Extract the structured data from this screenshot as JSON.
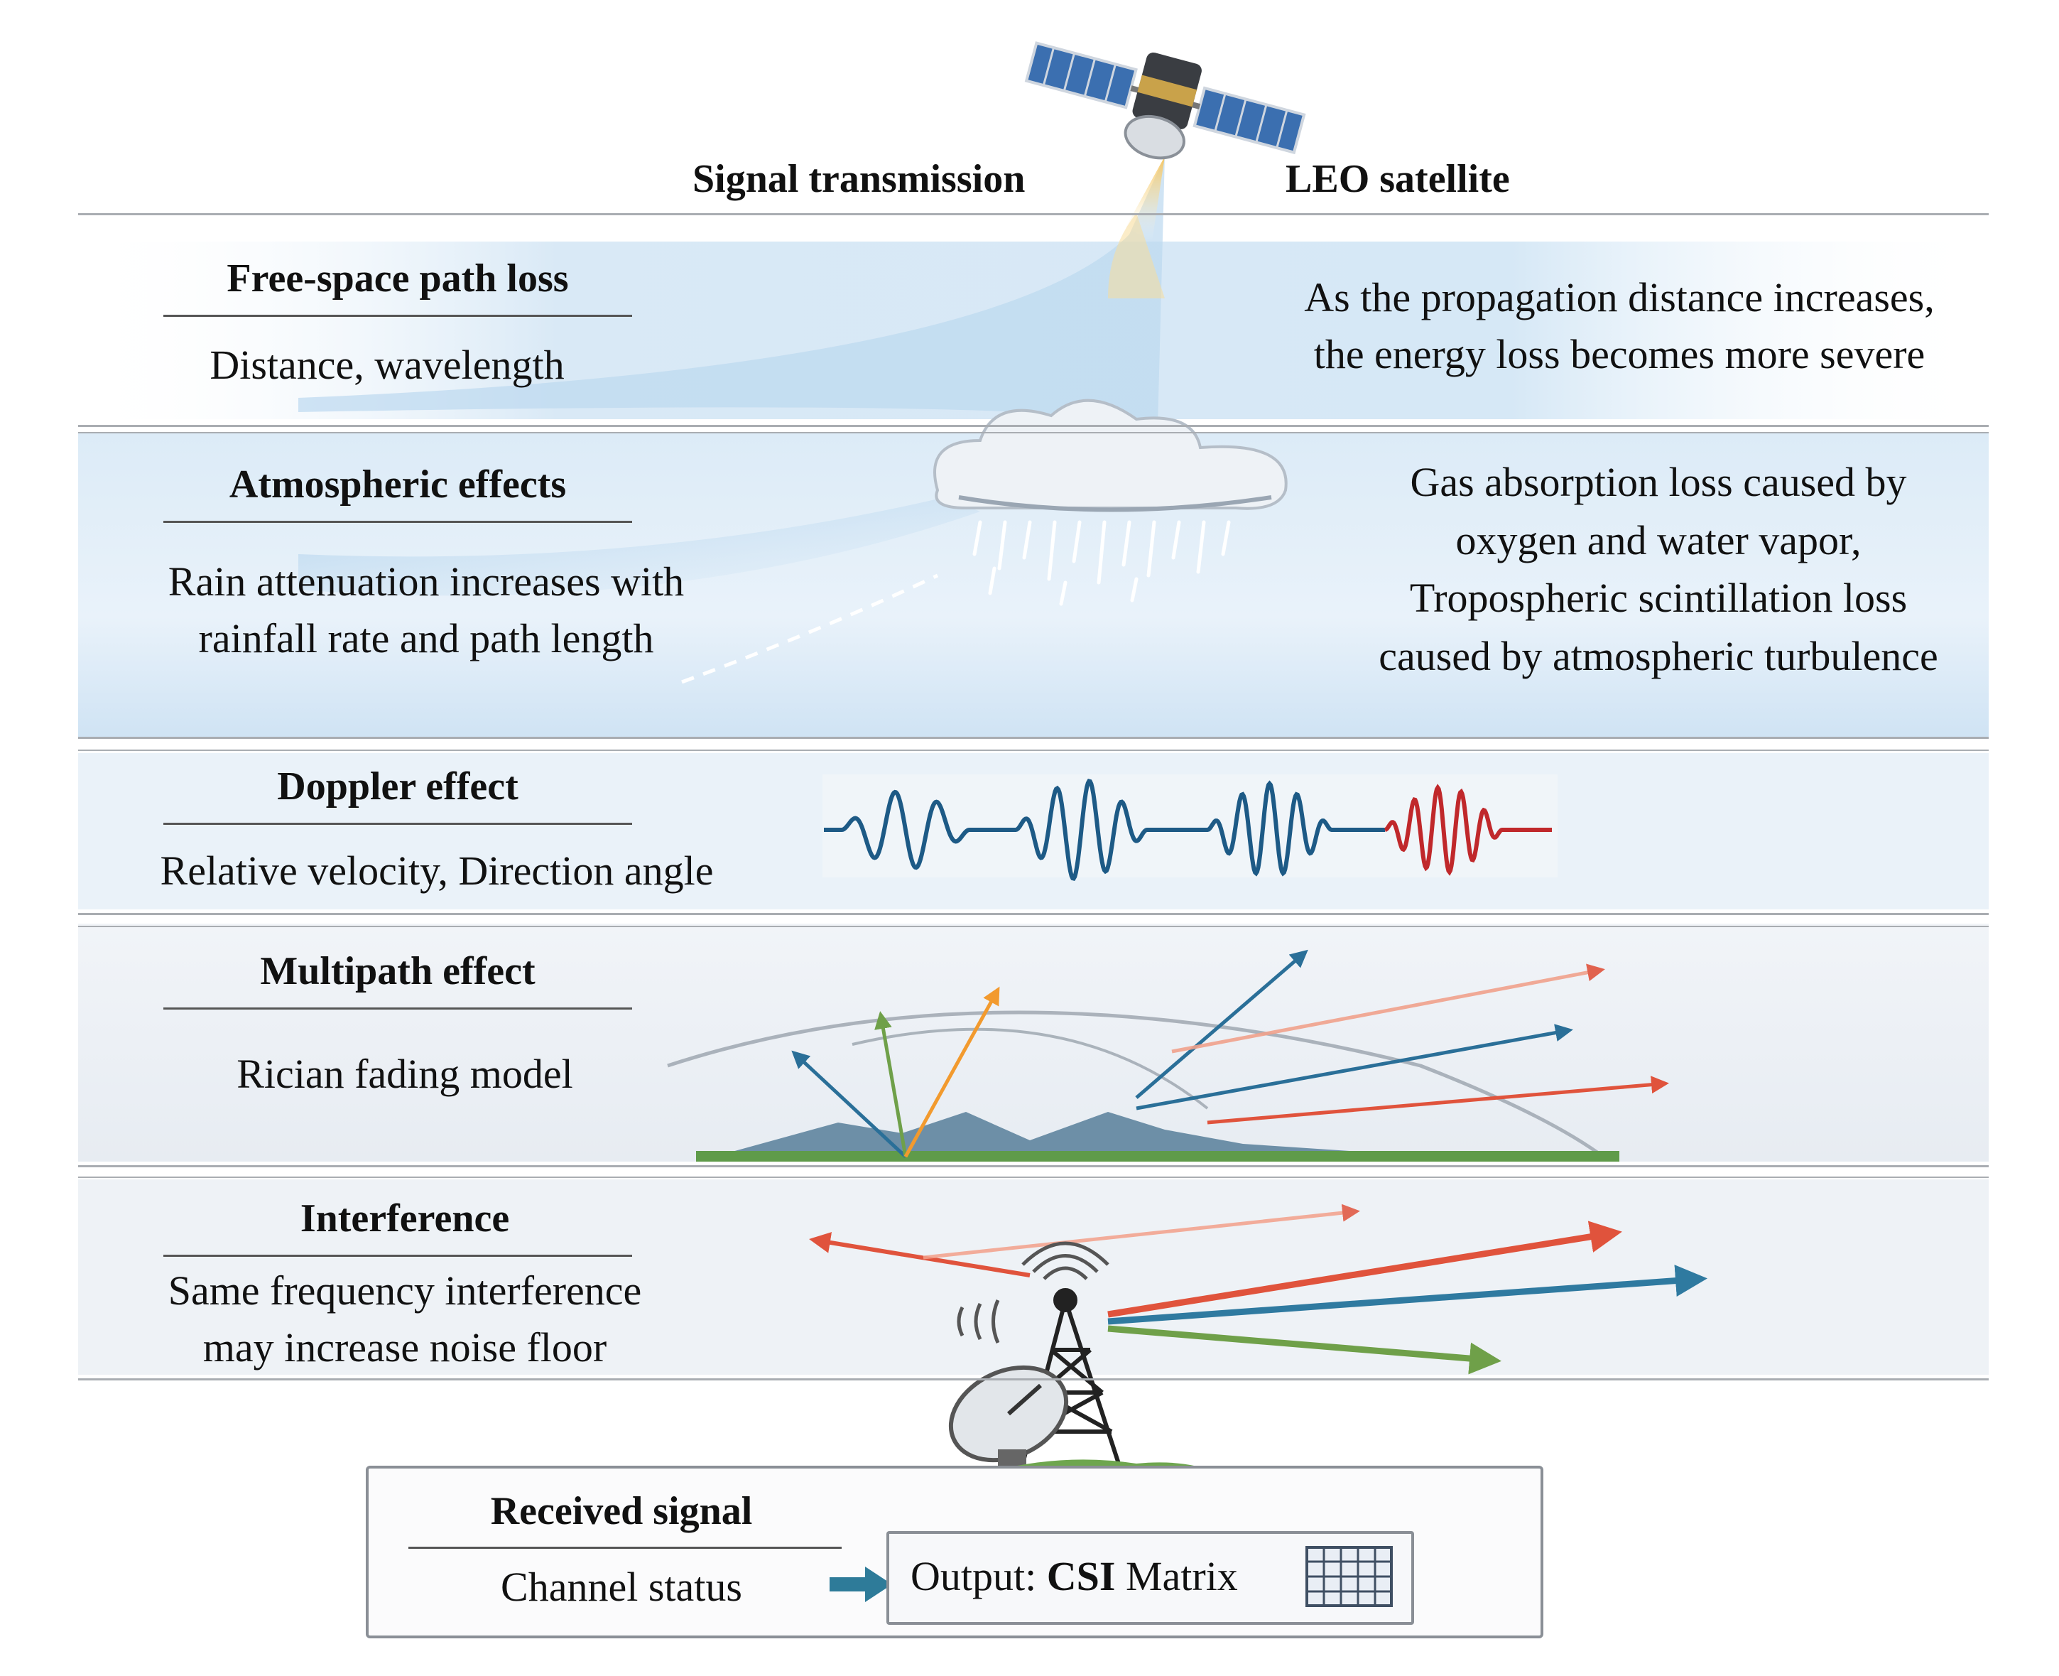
{
  "header": {
    "signal_label": "Signal transmission",
    "satellite_label": "LEO satellite"
  },
  "layers": [
    {
      "heading": "Free-space path loss",
      "factors": "Distance, wavelength",
      "description": [
        "As the propagation distance increases,",
        "the energy loss becomes more severe"
      ]
    },
    {
      "heading": "Atmospheric effects",
      "factors": [
        "Rain attenuation increases with",
        "rainfall rate and path length"
      ],
      "description": [
        "Gas absorption loss caused by",
        "oxygen and water vapor,",
        "Tropospheric scintillation loss",
        "caused by atmospheric turbulence"
      ]
    },
    {
      "heading": "Doppler effect",
      "factors": "Relative velocity, Direction angle"
    },
    {
      "heading": "Multipath effect",
      "factors": "Rician fading model"
    },
    {
      "heading": "Interference",
      "factors": [
        "Same frequency interference",
        "may increase noise floor"
      ]
    }
  ],
  "receiver": {
    "heading": "Received signal",
    "factors": "Channel status",
    "output_prefix": "Output: ",
    "output_bold": "CSI",
    "output_suffix": " Matrix"
  },
  "colors": {
    "sky_blue": "#cfe4f5",
    "wave_blue": "#1d5a86",
    "wave_red": "#c0282b",
    "arrow_red": "#e0533c",
    "arrow_blue": "#2a6f98",
    "arrow_green": "#6fa049",
    "arrow_orange": "#f29a2e",
    "beam_yellow": "#f6c35a"
  },
  "icons": [
    "satellite-icon",
    "cloud-icon",
    "rain-icon",
    "mountain-icon",
    "antenna-tower-icon",
    "satellite-dish-icon",
    "matrix-grid-icon",
    "arrow-right-icon"
  ]
}
